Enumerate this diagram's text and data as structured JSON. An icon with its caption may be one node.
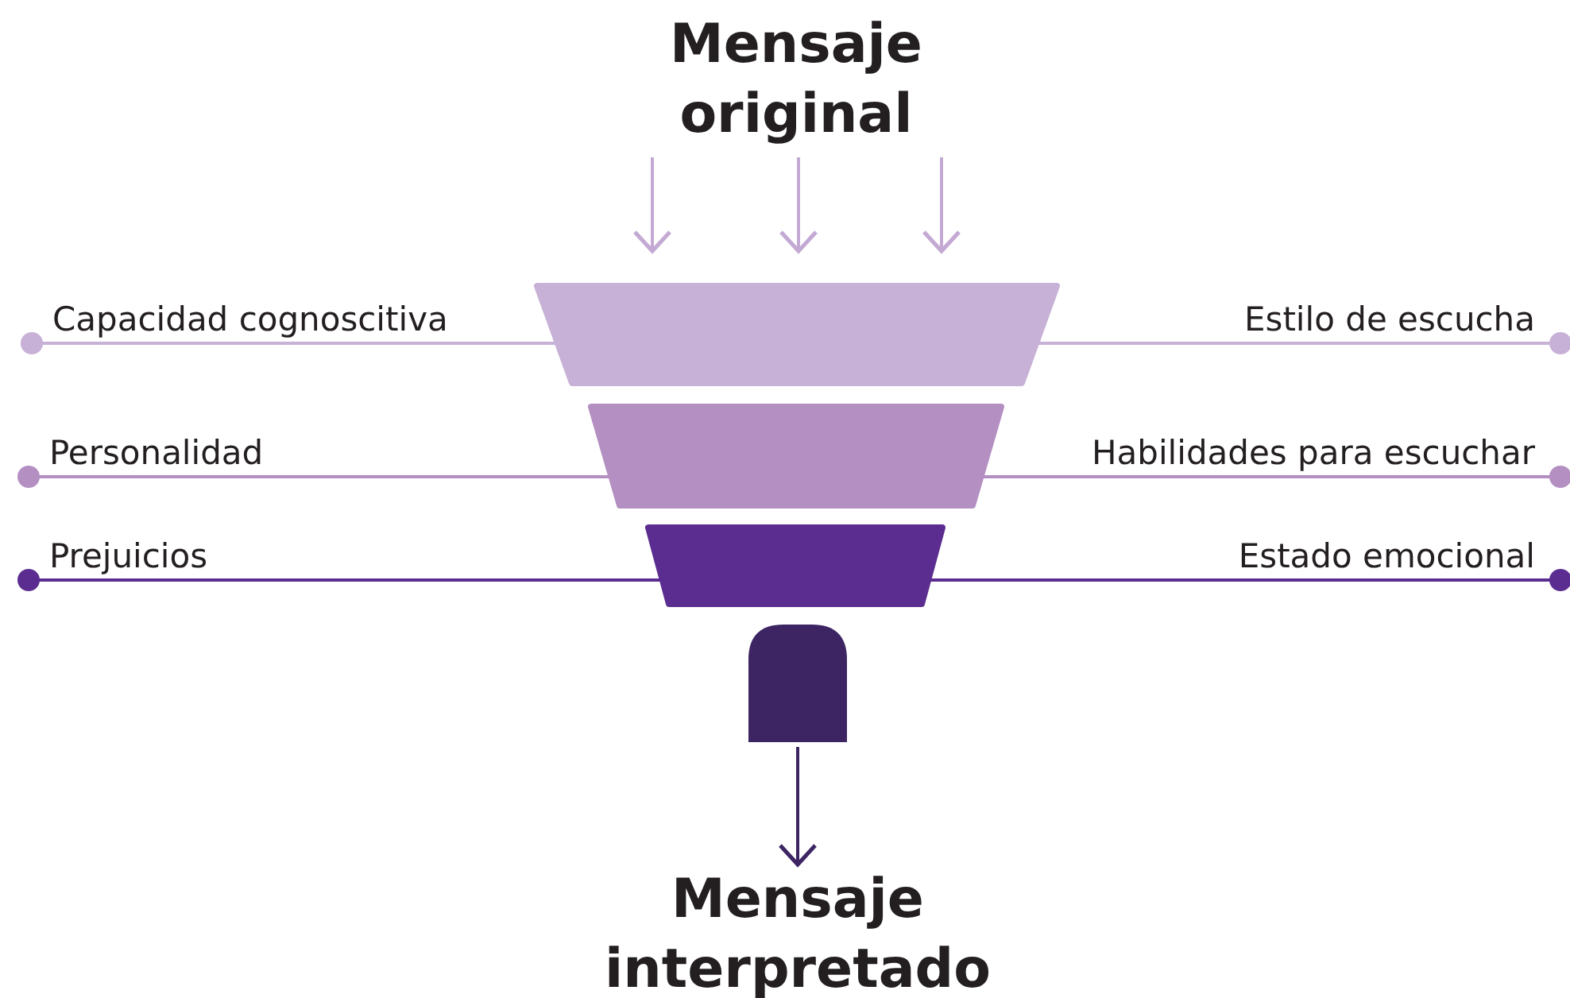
{
  "diagram": {
    "nodes": [
      {
        "text": [
          "Mensaje original"
        ]
      },
      {
        "text": [],
        "shape": "trapezoid"
      },
      {
        "text": [],
        "shape": "trapezoid"
      },
      {
        "text": [],
        "shape": "trapezoid"
      },
      {
        "text": [],
        "shape": "box"
      },
      {
        "text": [
          "Mensaje interpretado"
        ]
      },
      {
        "text": [
          "Capacidad cognoscitiva"
        ]
      },
      {
        "text": [
          "Estilo de escucha"
        ]
      },
      {
        "text": [
          "Personalidad"
        ]
      },
      {
        "text": [
          "Habilidades para escuchar"
        ]
      },
      {
        "text": [
          "Prejuicios"
        ]
      },
      {
        "text": [
          "Estado emocional"
        ]
      }
    ],
    "edges": [
      {
        "from": 0,
        "to": 1,
        "arrow": "to",
        "color": "#c3a9d3"
      },
      {
        "from": 0,
        "to": 1,
        "arrow": "to",
        "color": "#c3a9d3"
      },
      {
        "from": 0,
        "to": 1,
        "arrow": "to",
        "color": "#c3a9d3"
      },
      {
        "from": 4,
        "to": 5,
        "arrow": "to",
        "color": "#3d2462"
      },
      {
        "from": 6,
        "to": 1,
        "arrow": "other",
        "color": "#c7b1d6"
      },
      {
        "from": 7,
        "to": 1,
        "arrow": "other",
        "color": "#c7b1d6"
      },
      {
        "from": 8,
        "to": 2,
        "arrow": "other",
        "color": "#b48fc2"
      },
      {
        "from": 9,
        "to": 2,
        "arrow": "other",
        "color": "#b48fc2"
      },
      {
        "from": 10,
        "to": 3,
        "arrow": "other",
        "color": "#5b2d90"
      },
      {
        "from": 11,
        "to": 3,
        "arrow": "other",
        "color": "#5b2d90"
      }
    ]
  }
}
